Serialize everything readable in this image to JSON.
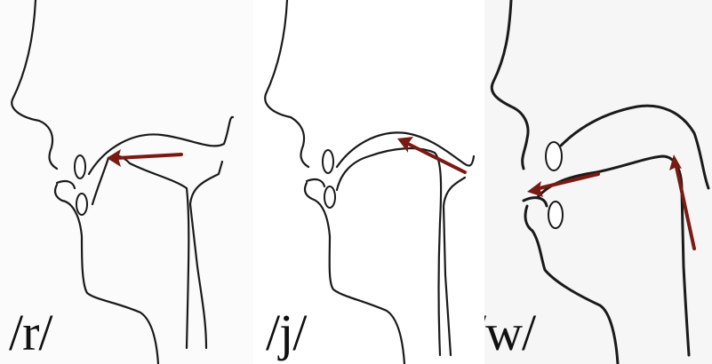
{
  "colors": {
    "arrow": "#7a1a12",
    "line": "#1a1a1a"
  },
  "panels": [
    {
      "label": "/r/"
    },
    {
      "label": "/j/"
    },
    {
      "label": "/w/"
    }
  ]
}
